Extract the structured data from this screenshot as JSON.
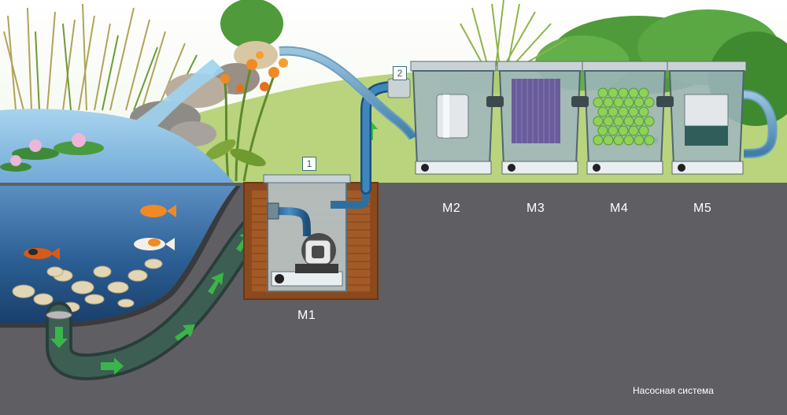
{
  "modules": [
    {
      "id": "m1",
      "label": "M1",
      "badge": "1"
    },
    {
      "id": "m2",
      "label": "M2",
      "badge": "2"
    },
    {
      "id": "m3",
      "label": "M3"
    },
    {
      "id": "m4",
      "label": "M4"
    },
    {
      "id": "m5",
      "label": "M5"
    }
  ],
  "caption": "Насосная система",
  "colors": {
    "ground": "#5f5f63",
    "grass": "#b7d27a",
    "water": "#2f6fa3",
    "pipe": "#2f6f9e",
    "flow_arrow": "#3bb54a"
  }
}
